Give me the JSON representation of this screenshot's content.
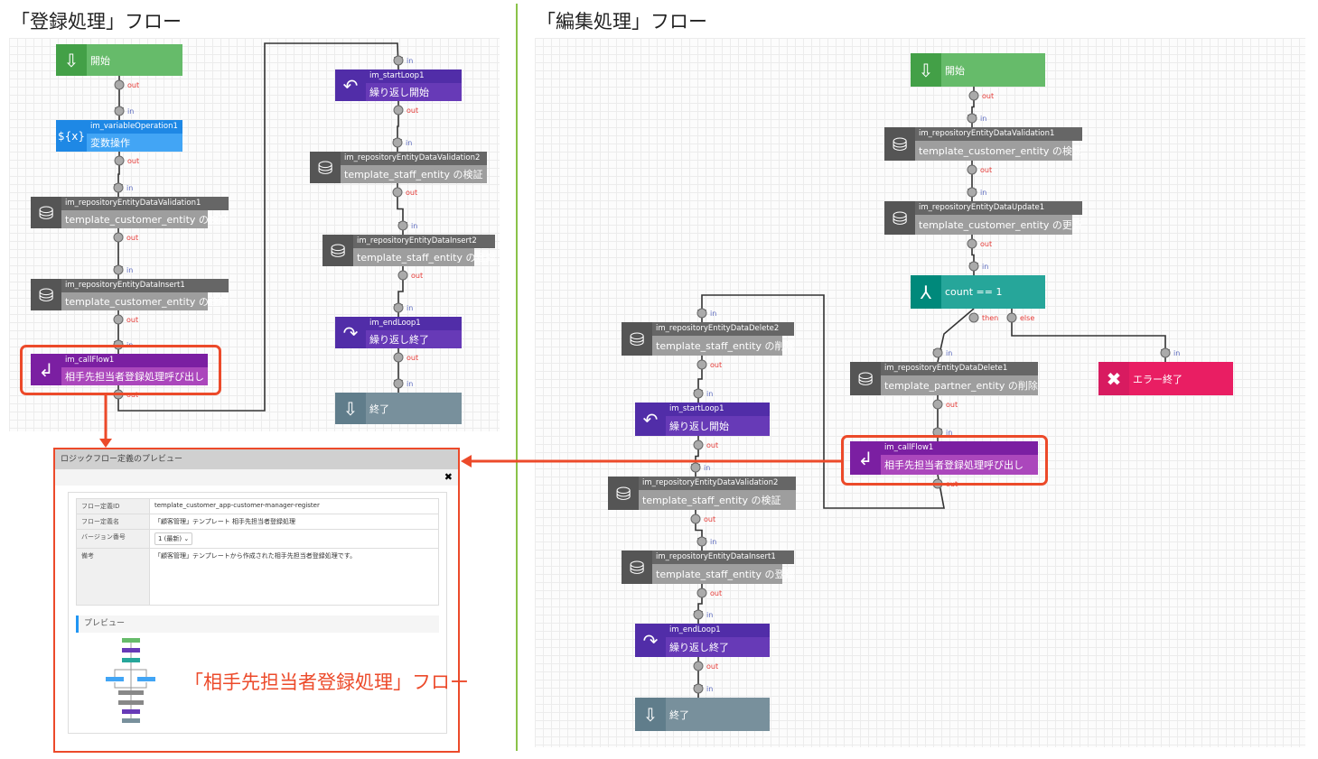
{
  "left_title": "「登録処理」フロー",
  "right_title": "「編集処理」フロー",
  "ports": {
    "out": "out",
    "in": "in",
    "then": "then",
    "else": "else"
  },
  "left_flow": {
    "nodes": [
      {
        "id": "start",
        "type": "start",
        "label": "開始"
      },
      {
        "id": "var",
        "type": "var",
        "name": "im_variableOperation1",
        "label": "変数操作"
      },
      {
        "id": "val1",
        "type": "repo",
        "name": "im_repositoryEntityDataValidation1",
        "label": "template_customer_entity の検証"
      },
      {
        "id": "ins1",
        "type": "repoadd",
        "name": "im_repositoryEntityDataInsert1",
        "label": "template_customer_entity の登録"
      },
      {
        "id": "call",
        "type": "call",
        "name": "im_callFlow1",
        "label": "相手先担当者登録処理呼び出し"
      },
      {
        "id": "loopS",
        "type": "loop",
        "name": "im_startLoop1",
        "label": "繰り返し開始"
      },
      {
        "id": "val2",
        "type": "repo",
        "name": "im_repositoryEntityDataValidation2",
        "label": "template_staff_entity の検証"
      },
      {
        "id": "ins2",
        "type": "repoadd",
        "name": "im_repositoryEntityDataInsert2",
        "label": "template_staff_entity の登録"
      },
      {
        "id": "loopE",
        "type": "loopend",
        "name": "im_endLoop1",
        "label": "繰り返し終了"
      },
      {
        "id": "end",
        "type": "end",
        "label": "終了"
      }
    ]
  },
  "right_flow": {
    "nodes": [
      {
        "id": "start",
        "type": "start",
        "label": "開始"
      },
      {
        "id": "val1",
        "type": "repo",
        "name": "im_repositoryEntityDataValidation1",
        "label": "template_customer_entity の検証"
      },
      {
        "id": "upd1",
        "type": "repo",
        "name": "im_repositoryEntityDataUpdate1",
        "label": "template_customer_entity の更新"
      },
      {
        "id": "cond",
        "type": "cond",
        "label": "count == 1"
      },
      {
        "id": "err",
        "type": "error",
        "label": "エラー終了"
      },
      {
        "id": "pdel",
        "type": "repodel",
        "name": "im_repositoryEntityDataDelete1",
        "label": "template_partner_entity の削除"
      },
      {
        "id": "call",
        "type": "call",
        "name": "im_callFlow1",
        "label": "相手先担当者登録処理呼び出し"
      },
      {
        "id": "sdel",
        "type": "repodel",
        "name": "im_repositoryEntityDataDelete2",
        "label": "template_staff_entity の削除"
      },
      {
        "id": "loopS",
        "type": "loop",
        "name": "im_startLoop1",
        "label": "繰り返し開始"
      },
      {
        "id": "val2",
        "type": "repo",
        "name": "im_repositoryEntityDataValidation2",
        "label": "template_staff_entity の検証"
      },
      {
        "id": "ins1",
        "type": "repoadd",
        "name": "im_repositoryEntityDataInsert1",
        "label": "template_staff_entity の登録"
      },
      {
        "id": "loopE",
        "type": "loopend",
        "name": "im_endLoop1",
        "label": "繰り返し終了"
      },
      {
        "id": "end",
        "type": "end",
        "label": "終了"
      }
    ]
  },
  "dialog": {
    "title": "ロジックフロー定義のプレビュー",
    "close": "✖",
    "rows": [
      {
        "key": "フロー定義ID",
        "value": "template_customer_app-customer-manager-register"
      },
      {
        "key": "フロー定義名",
        "value": "「顧客管理」テンプレート 相手先担当者登録処理"
      },
      {
        "key": "バージョン番号",
        "value": "1 (最新)"
      },
      {
        "key": "備考",
        "value": "「顧客管理」テンプレートから作成された相手先担当者登録処理です。"
      }
    ],
    "preview_heading": "プレビュー",
    "annotation": "「相手先担当者登録処理」フロー"
  },
  "colors": {
    "start": "#66bb6a",
    "var": "#42a5f5",
    "repo": "#9e9e9e",
    "loop": "#673ab7",
    "call": "#9c27b0",
    "end": "#78909c",
    "cond": "#26a69a",
    "error": "#e91e63",
    "highlight": "#ec4a2a"
  }
}
